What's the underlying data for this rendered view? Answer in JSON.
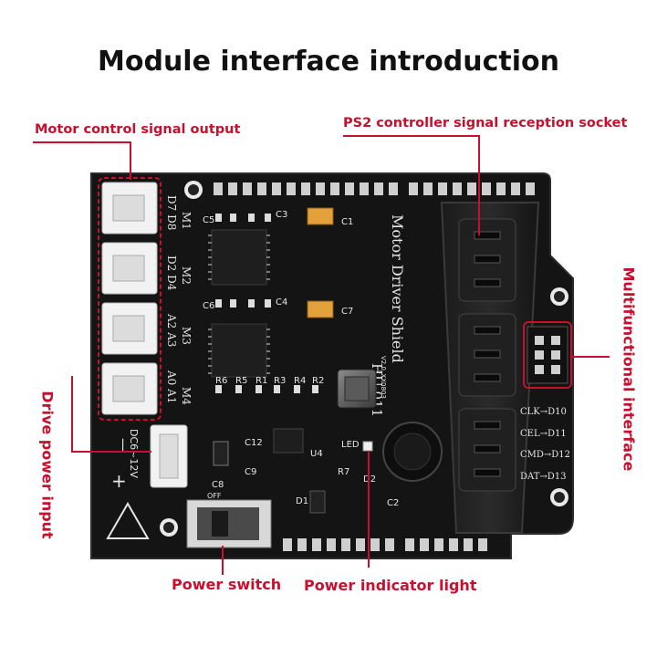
{
  "title": "Module interface introduction",
  "callouts": {
    "motor_output": "Motor control signal output",
    "ps2_socket": "PS2 controller signal reception socket",
    "multifunctional": "Multifunctional interface",
    "drive_power": "Drive power input",
    "power_switch": "Power switch",
    "power_light": "Power indicator light"
  },
  "board": {
    "name": "Motor Driver Shield",
    "model": "HU-011",
    "version": "V2.0_XX0803",
    "motor_labels": [
      {
        "pins": "D7 D8",
        "motor": "M1"
      },
      {
        "pins": "D2 D4",
        "motor": "M2"
      },
      {
        "pins": "A2 A3",
        "motor": "M3"
      },
      {
        "pins": "A0 A1",
        "motor": "M4"
      }
    ],
    "power_label": "DC6~12V",
    "minus": "—",
    "plus": "+",
    "switch_off": "OFF",
    "ps2_pins": [
      "CLK→D10",
      "CEL→D11",
      "CMD→D12",
      "DAT→D13"
    ],
    "components": {
      "c1": "C1",
      "c2": "C2",
      "c3": "C3",
      "c4": "C4",
      "c5": "C5",
      "c6": "C6",
      "c7": "C7",
      "c8": "C8",
      "c9": "C9",
      "c12": "C12",
      "r1": "R1",
      "r2": "R2",
      "r3": "R3",
      "r4": "R4",
      "r5": "R5",
      "r6": "R6",
      "r7": "R7",
      "u4": "U4",
      "d1": "D1",
      "d2": "D2",
      "led": "LED"
    }
  },
  "colors": {
    "accent": "#c8102e",
    "pcb": "#141414",
    "connector": "#f2f2f2"
  }
}
